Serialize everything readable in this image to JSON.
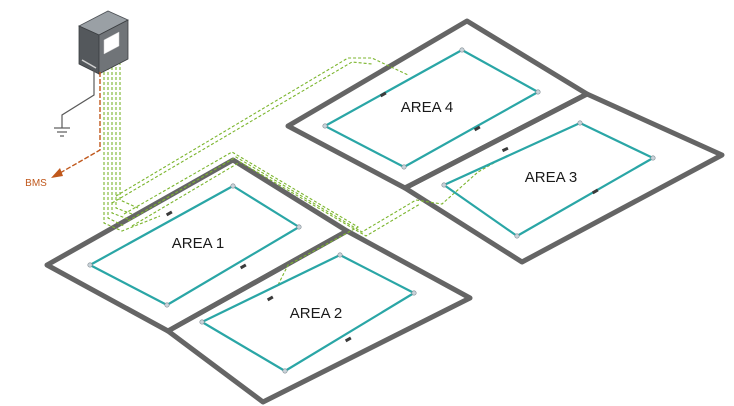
{
  "areas": [
    {
      "label": "AREA 1"
    },
    {
      "label": "AREA 2"
    },
    {
      "label": "AREA 3"
    },
    {
      "label": "AREA 4"
    }
  ],
  "bms": {
    "label": "BMS"
  },
  "colors": {
    "frame": "#656565",
    "loop": "#2aa6a6",
    "dashed_wire": "#7bb52d",
    "bms_wire": "#c0581c",
    "controller": "#707478",
    "ground": "#5a5a5a"
  }
}
